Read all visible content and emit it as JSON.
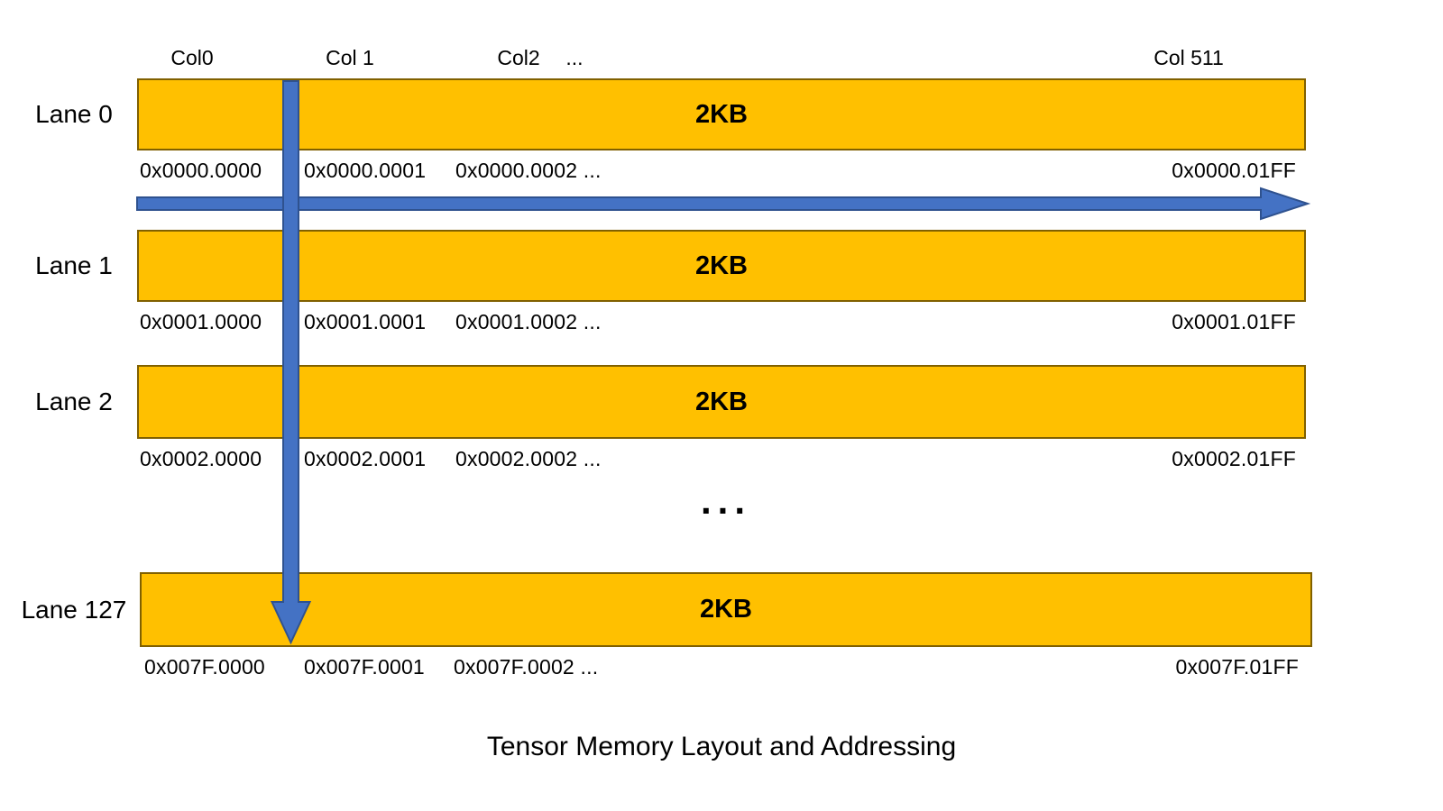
{
  "diagram": {
    "title": "Tensor Memory Layout and Addressing",
    "column_headers": [
      "Col0",
      "Col 1",
      "Col2",
      "...",
      "Col 511"
    ],
    "row_ellipsis": "...",
    "lanes": [
      {
        "label": "Lane 0",
        "size": "2KB",
        "addresses": [
          "0x0000.0000",
          "0x0000.0001",
          "0x0000.0002 ...",
          "0x0000.01FF"
        ]
      },
      {
        "label": "Lane 1",
        "size": "2KB",
        "addresses": [
          "0x0001.0000",
          "0x0001.0001",
          "0x0001.0002 ...",
          "0x0001.01FF"
        ]
      },
      {
        "label": "Lane 2",
        "size": "2KB",
        "addresses": [
          "0x0002.0000",
          "0x0002.0001",
          "0x0002.0002 ...",
          "0x0002.01FF"
        ]
      },
      {
        "label": "Lane 127",
        "size": "2KB",
        "addresses": [
          "0x007F.0000",
          "0x007F.0001",
          "0x007F.0002 ...",
          "0x007F.01FF"
        ]
      }
    ],
    "colors": {
      "bar_fill": "#FFC000",
      "bar_border": "#806000",
      "arrow_fill": "#4472C4",
      "arrow_border": "#2F528F"
    }
  }
}
